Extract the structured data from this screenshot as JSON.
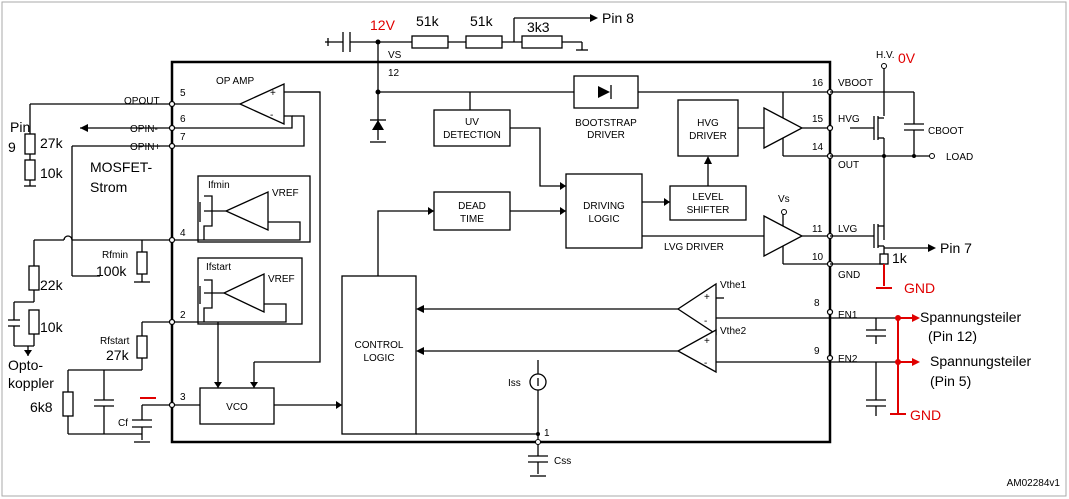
{
  "supply": {
    "voltage": "12V",
    "r1": "51k",
    "r2": "51k",
    "r3": "3k3",
    "pin8": "Pin 8"
  },
  "pins": {
    "p5": "5",
    "p6": "6",
    "p7": "7",
    "p4": "4",
    "p2": "2",
    "p3": "3",
    "p12": "12",
    "p16": "16",
    "p15": "15",
    "p14": "14",
    "p11": "11",
    "p10": "10",
    "p8": "8",
    "p9": "9",
    "p1": "1"
  },
  "pin_labels": {
    "opout": "OPOUT",
    "opin_minus": "OPIN-",
    "opin_plus": "OPIN+",
    "vs": "VS",
    "vboot": "VBOOT",
    "hvg": "HVG",
    "out": "OUT",
    "lvg": "LVG",
    "gnd": "GND",
    "en1": "EN1",
    "en2": "EN2"
  },
  "blocks": {
    "op_amp": "OP AMP",
    "uv_detection": [
      "UV",
      "DETECTION"
    ],
    "bootstrap_driver": [
      "BOOTSTRAP",
      "DRIVER"
    ],
    "hvg_driver": [
      "HVG",
      "DRIVER"
    ],
    "dead_time": [
      "DEAD",
      "TIME"
    ],
    "driving_logic": [
      "DRIVING",
      "LOGIC"
    ],
    "level_shifter": [
      "LEVEL",
      "SHIFTER"
    ],
    "lvg_driver": "LVG DRIVER",
    "control_logic": [
      "CONTROL",
      "LOGIC"
    ],
    "vco": "VCO",
    "ifmin": "Ifmin",
    "ifstart": "Ifstart",
    "vref1": "VREF",
    "vref2": "VREF",
    "vthe1": "Vthe1",
    "vthe2": "Vthe2",
    "iss": "Iss",
    "vs_small": "Vs"
  },
  "external": {
    "pin9": "Pin\n9",
    "r27k_top": "27k",
    "r10k_top": "10k",
    "mosfet_strom": [
      "MOSFET-",
      "Strom"
    ],
    "rfmin": "Rfmin",
    "r100k": "100k",
    "r22k": "22k",
    "r10k_opto": "10k",
    "opto": [
      "Opto-",
      "koppler"
    ],
    "r6k8": "6k8",
    "rfstart": "Rfstart",
    "r27k_start": "27k",
    "cf": "Cf",
    "css": "Css",
    "hv": "H.V.",
    "zero_v": "0V",
    "cboot": "CBOOT",
    "load": "LOAD",
    "pin7": "Pin 7",
    "r1k": "1k",
    "gnd_red1": "GND",
    "gnd_red2": "GND",
    "spann1": [
      "Spannungsteiler",
      "(Pin 12)"
    ],
    "spann2": [
      "Spannungsteiler",
      "(Pin 5)"
    ],
    "ref": "AM02284v1"
  }
}
